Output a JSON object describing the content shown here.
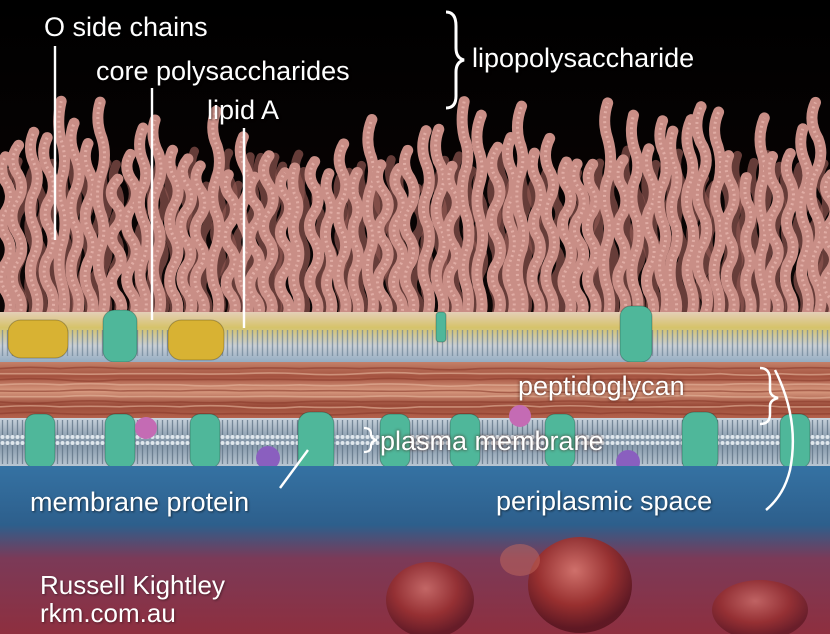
{
  "labels": {
    "o_side_chains": "O side chains",
    "core_polysaccharides": "core polysaccharides",
    "lipid_a": "lipid A",
    "lipopolysaccharide": "lipopolysaccharide",
    "peptidoglycan": "peptidoglycan",
    "plasma_membrane": "plasma membrane",
    "membrane_protein": "membrane protein",
    "periplasmic_space": "periplasmic space"
  },
  "credit": {
    "author": "Russell Kightley",
    "website": "rkm.com.au"
  },
  "colors": {
    "background_top": "#000000",
    "o_chain": "#c98e86",
    "o_chain_shadow": "#8f5650",
    "outer_membrane_head": "#d8c9a8",
    "outer_membrane_yellow": "#d4c24a",
    "outer_membrane_blue": "#9fb2c4",
    "peptidoglycan": "#b0604c",
    "peptidoglycan_light": "#e6b79f",
    "plasma_membrane": "#8fa3b8",
    "protein_green": "#4fb79a",
    "protein_yellow": "#d8b233",
    "protein_purple": "#8a5fbf",
    "protein_pink": "#c46bb4",
    "cytoplasm_blue": "#2e6b9a",
    "cytoplasm_pink": "#8a3f56",
    "label_color": "#ffffff"
  }
}
